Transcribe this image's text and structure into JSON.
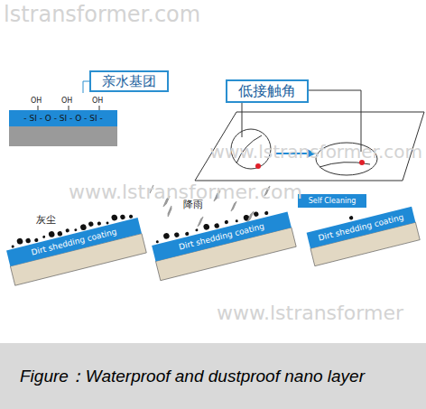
{
  "diagram": {
    "caption": "Figure：Waterproof and dustproof nano layer",
    "nodes": [
      {
        "text": [
          "亲水基团"
        ]
      },
      {
        "text": [
          "- SI - O - SI - O - SI -"
        ]
      },
      {
        "text": [
          "低接触角"
        ]
      },
      {
        "text": [
          "Dirt shedding coating"
        ]
      },
      {
        "text": [
          "Dirt shedding coating"
        ]
      },
      {
        "text": [
          "Self Cleaning"
        ]
      },
      {
        "text": [
          "Dirt shedding coating"
        ]
      }
    ],
    "labels": [
      "lstransformer.com",
      "OH",
      "OH",
      "OH",
      "www.lstransformer.com",
      "灰尘",
      "降雨",
      "www.lstransformer.com",
      "www.lstransformer"
    ]
  }
}
